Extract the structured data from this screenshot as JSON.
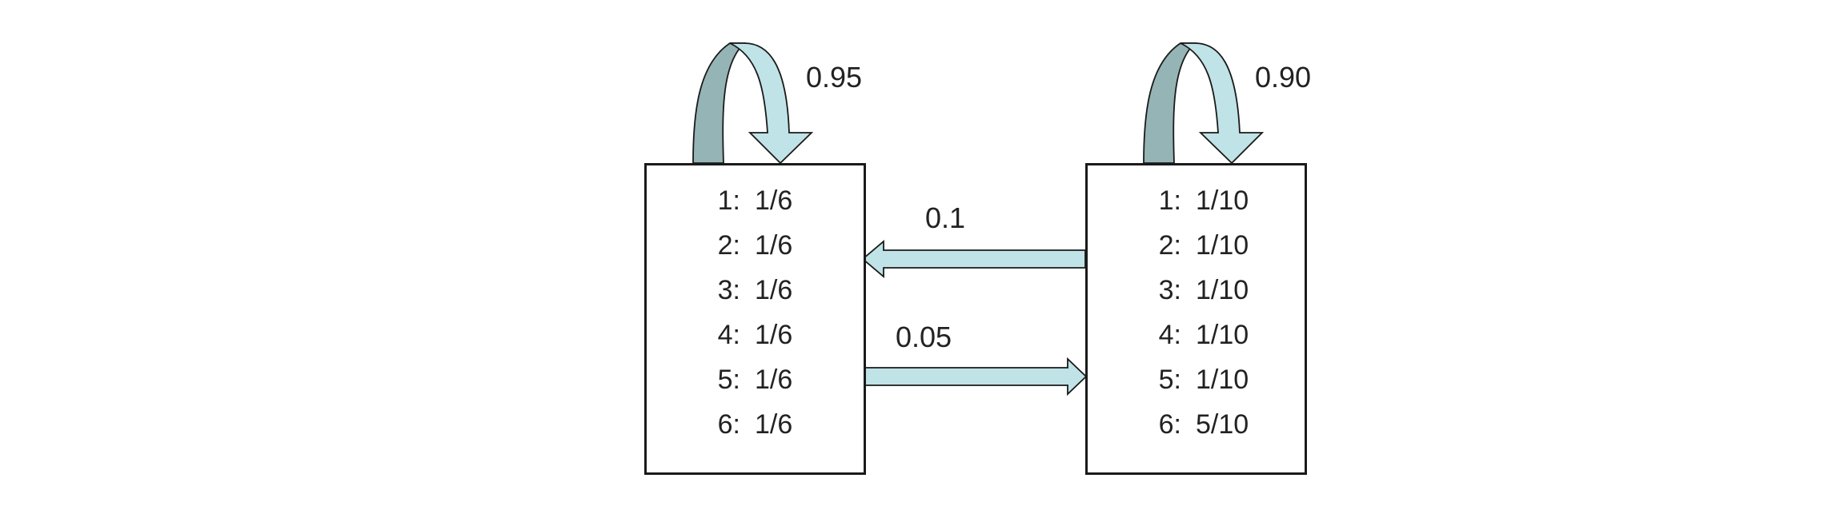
{
  "colors": {
    "arrow_fill": "#bfe3e6",
    "arrow_shadow_fill": "#95b4b5",
    "stroke": "#1a1a1a"
  },
  "states": [
    {
      "rows": [
        {
          "face": "1:",
          "prob": "1/6"
        },
        {
          "face": "2:",
          "prob": "1/6"
        },
        {
          "face": "3:",
          "prob": "1/6"
        },
        {
          "face": "4:",
          "prob": "1/6"
        },
        {
          "face": "5:",
          "prob": "1/6"
        },
        {
          "face": "6:",
          "prob": "1/6"
        }
      ],
      "self_transition": "0.95"
    },
    {
      "rows": [
        {
          "face": "1:",
          "prob": "1/10"
        },
        {
          "face": "2:",
          "prob": "1/10"
        },
        {
          "face": "3:",
          "prob": "1/10"
        },
        {
          "face": "4:",
          "prob": "1/10"
        },
        {
          "face": "5:",
          "prob": "1/10"
        },
        {
          "face": "6:",
          "prob": "5/10"
        }
      ],
      "self_transition": "0.90"
    }
  ],
  "transitions": {
    "right_to_left": "0.1",
    "left_to_right": "0.05"
  }
}
